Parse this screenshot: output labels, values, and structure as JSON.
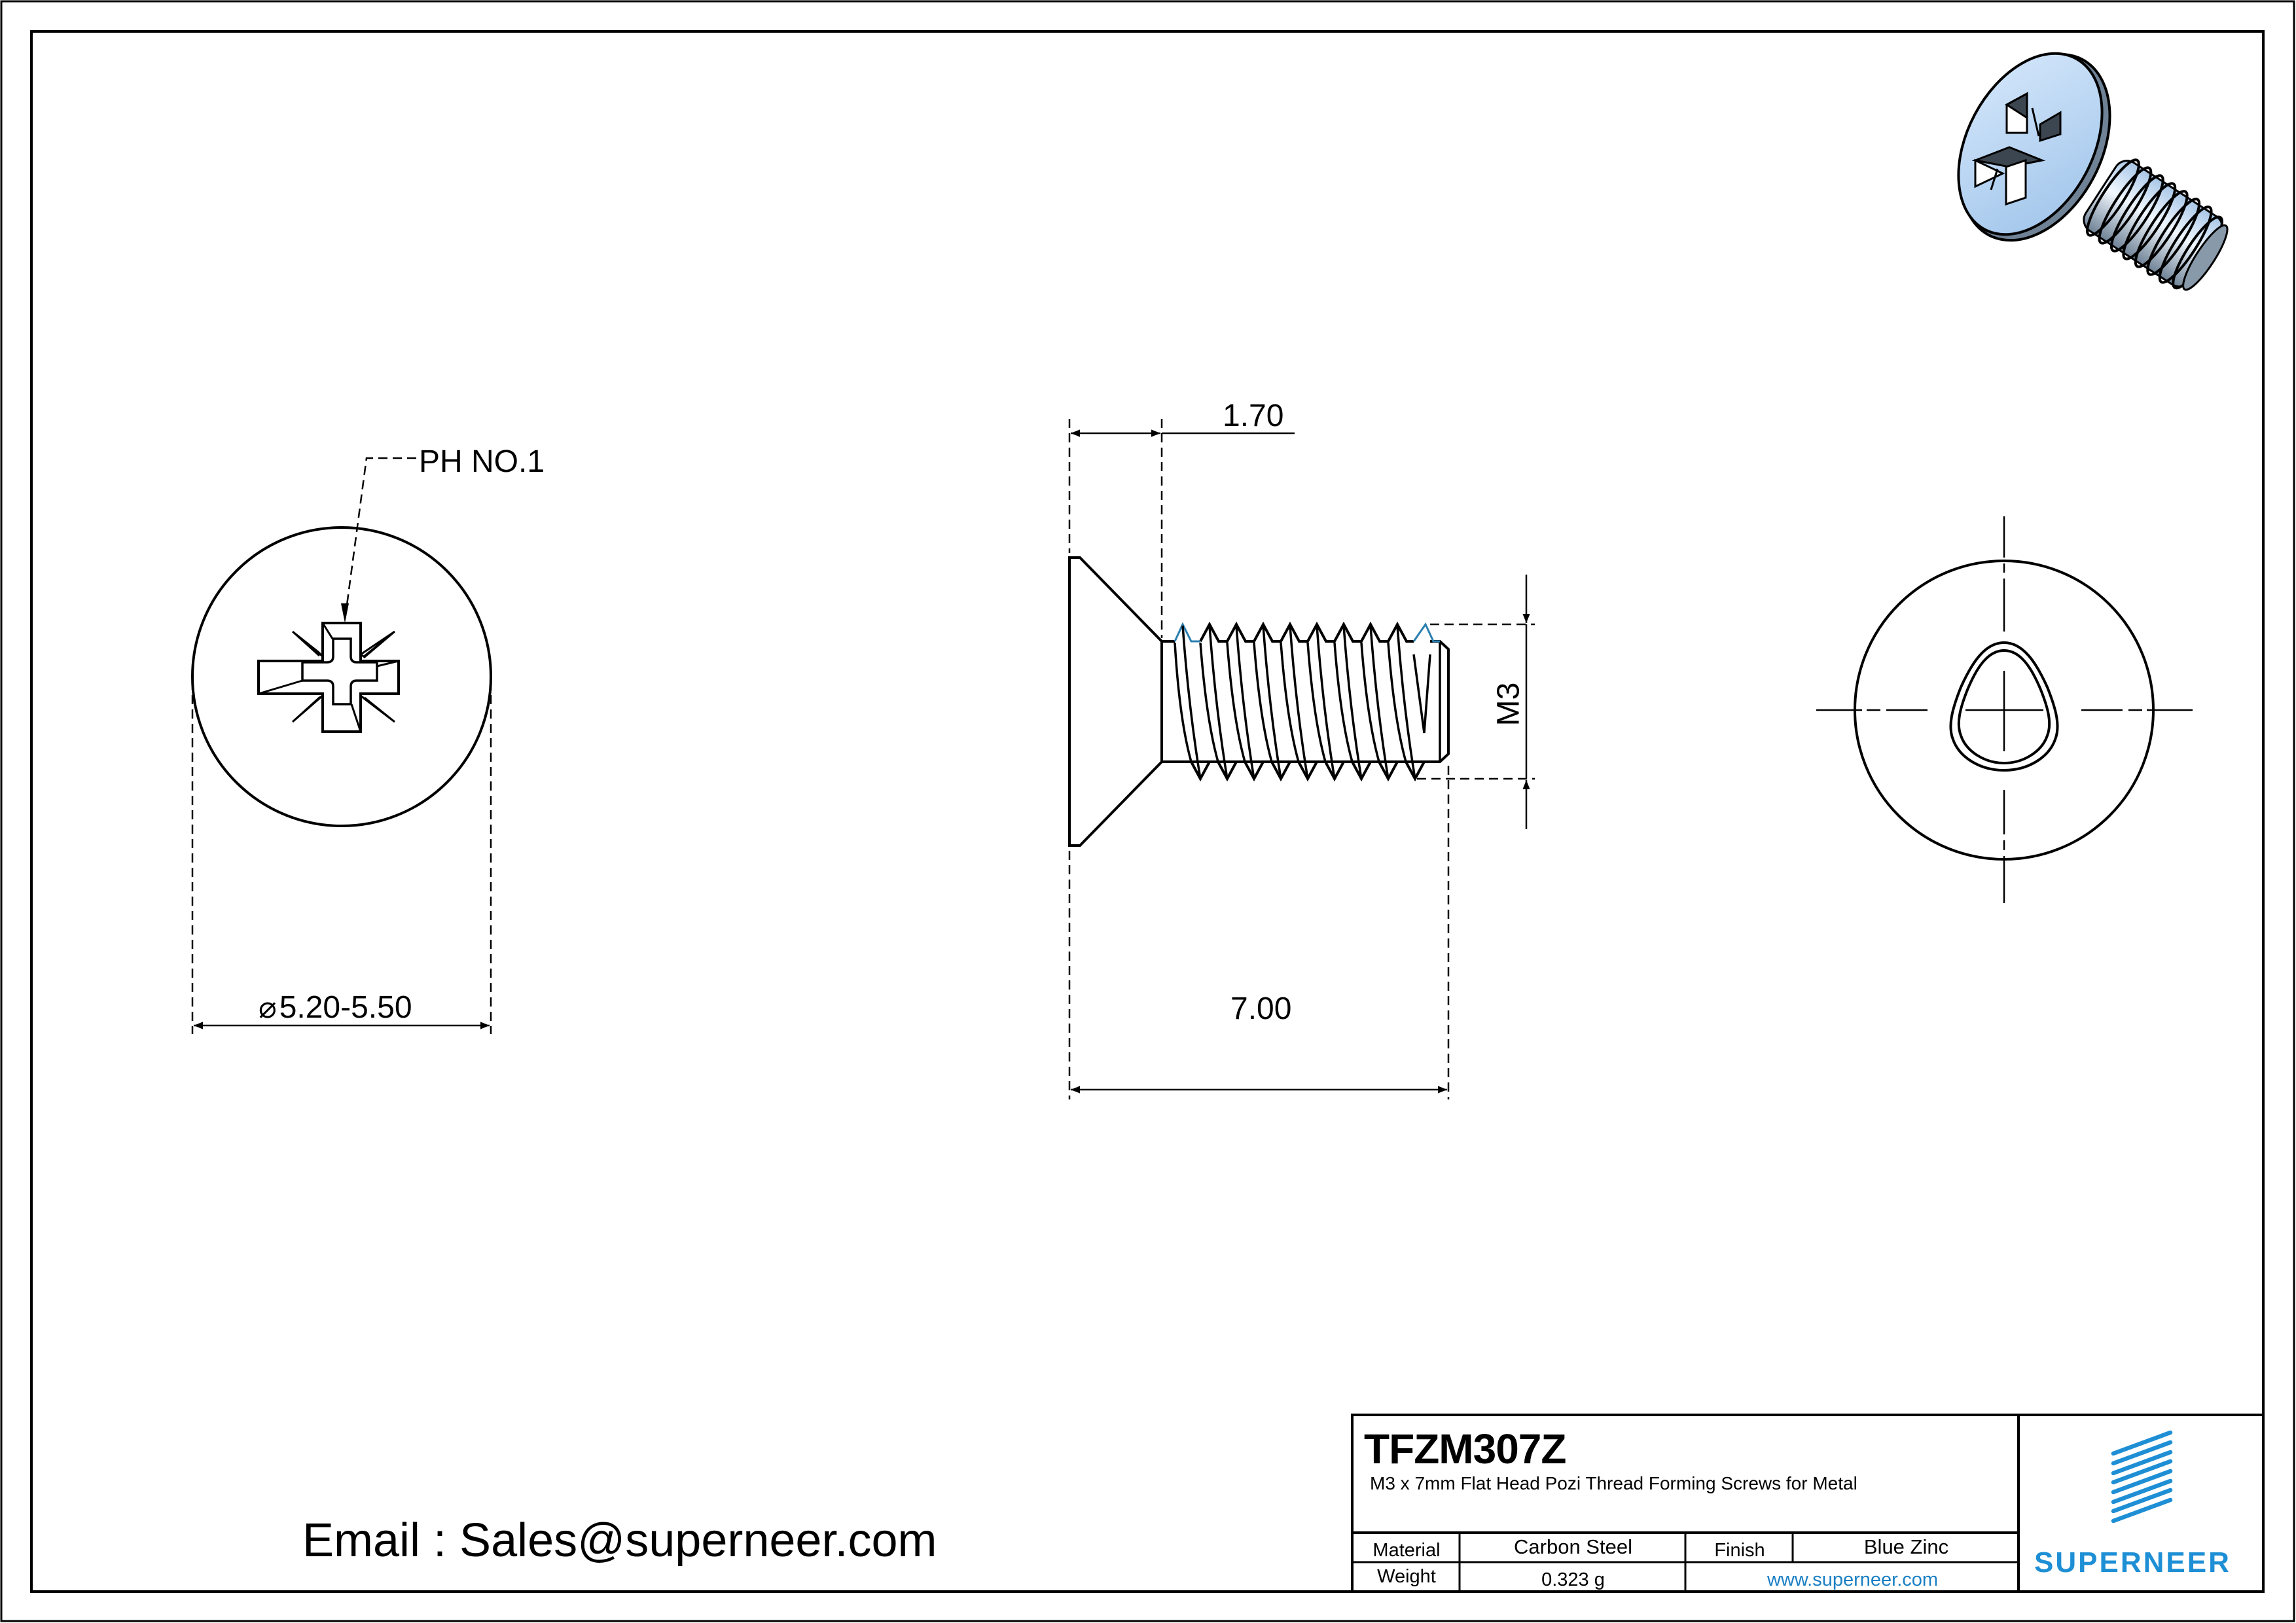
{
  "drawing": {
    "part_number": "TFZM307Z",
    "description": "M3 x 7mm Flat Head Pozi Thread Forming Screws for Metal",
    "email_line": "Email : Sales@superneer.com",
    "views": {
      "head_view": {
        "drive_callout": "PH NO.1",
        "diameter_symbol": "⌀",
        "diameter_value": "5.20-5.50"
      },
      "side_view": {
        "head_height": "1.70",
        "length": "7.00",
        "thread_size": "M3"
      },
      "end_view": {
        "shape": "trilobular"
      },
      "iso_render": {
        "subject": "blue zinc flat head pozi screw"
      }
    },
    "title_block": {
      "material_label": "Material",
      "material_value": "Carbon Steel",
      "finish_label": "Finish",
      "finish_value": "Blue Zinc",
      "weight_label": "Weight",
      "weight_value": "0.323 g",
      "website": "www.superneer.com",
      "brand": "SUPERNEER"
    }
  },
  "colors": {
    "line": "#000000",
    "brand_blue": "#1e8fd5",
    "link_blue": "#1a7fc4",
    "thread_accent": "#2a7fb0",
    "zinc_light": "#b8d4f0",
    "zinc_dark": "#5a6a7a"
  }
}
